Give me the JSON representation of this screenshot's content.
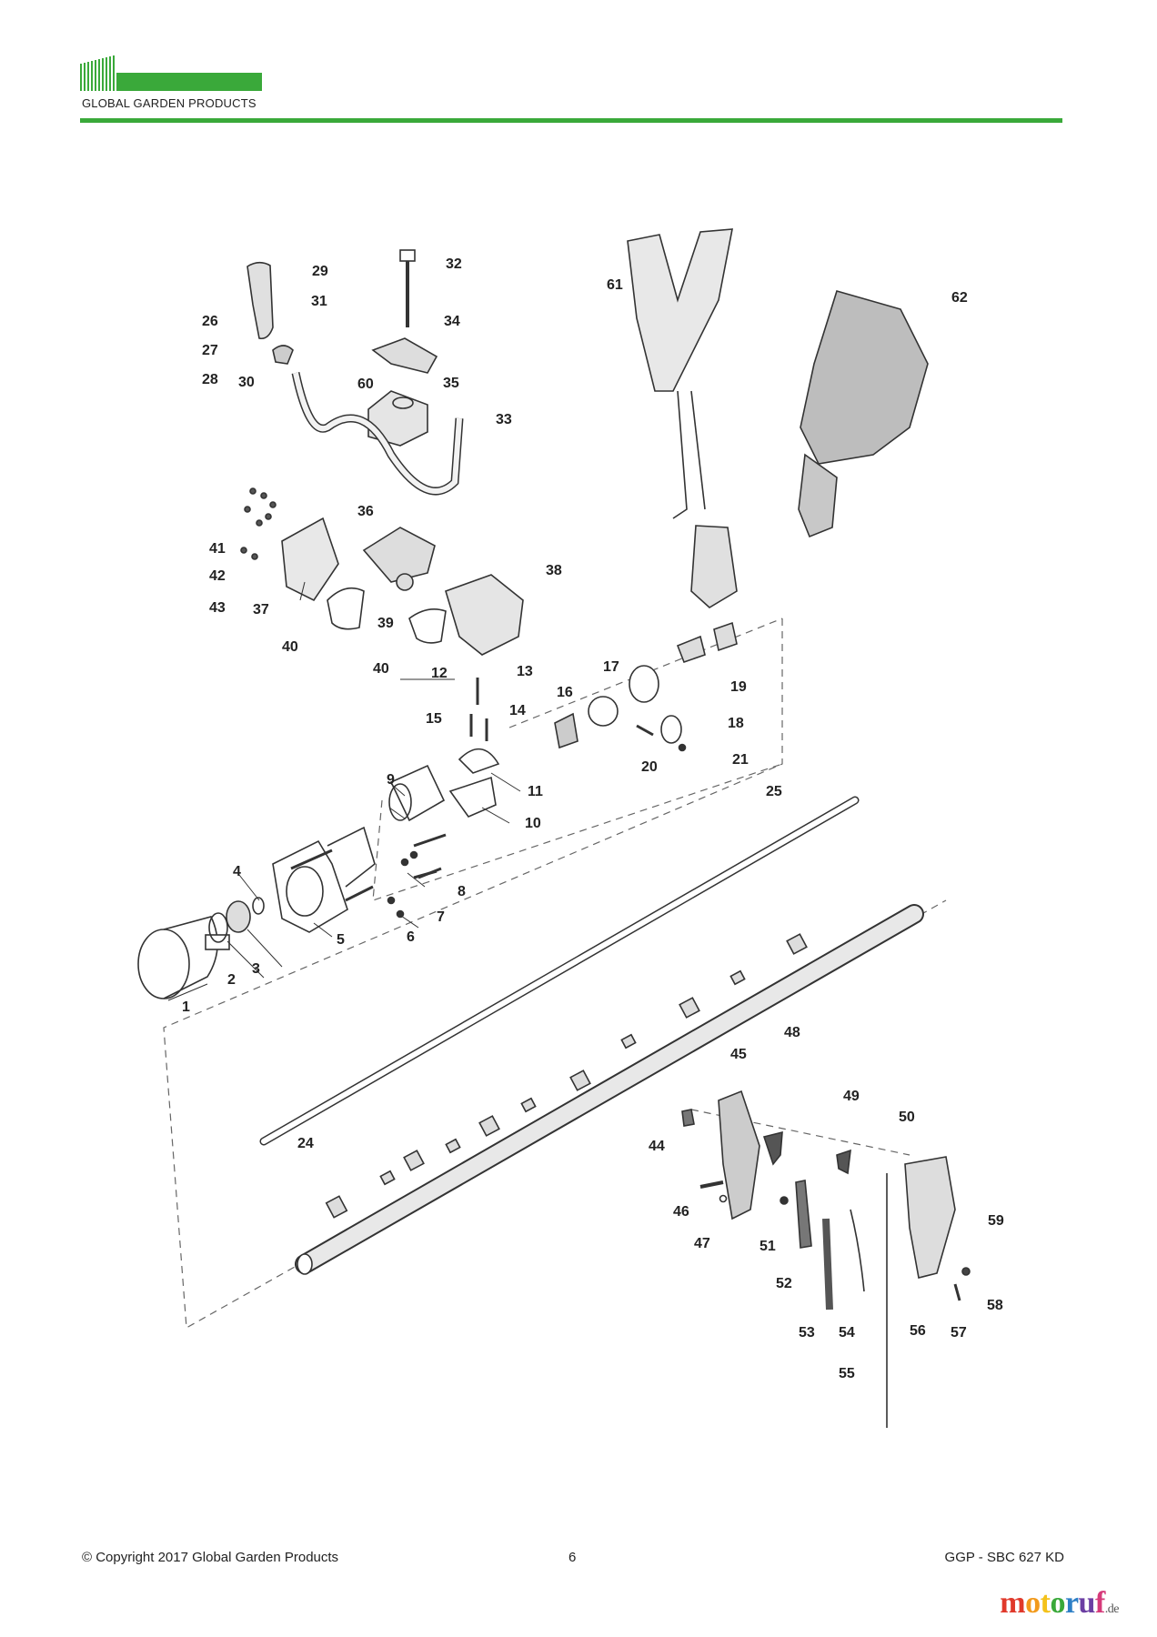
{
  "header": {
    "brand": "GLOBAL GARDEN PRODUCTS",
    "brand_color": "#3aa93a"
  },
  "diagram": {
    "part_labels": [
      "1",
      "2",
      "3",
      "4",
      "5",
      "6",
      "7",
      "8",
      "9",
      "10",
      "11",
      "12",
      "13",
      "14",
      "15",
      "16",
      "17",
      "18",
      "19",
      "20",
      "21",
      "24",
      "25",
      "26",
      "27",
      "28",
      "29",
      "30",
      "31",
      "32",
      "33",
      "34",
      "35",
      "36",
      "37",
      "38",
      "39",
      "40",
      "40",
      "41",
      "42",
      "43",
      "44",
      "45",
      "46",
      "47",
      "48",
      "49",
      "50",
      "51",
      "52",
      "53",
      "54",
      "55",
      "56",
      "57",
      "58",
      "59",
      "60",
      "61",
      "62"
    ]
  },
  "footer": {
    "copyright": "© Copyright 2017 Global Garden Products",
    "page_number": "6",
    "model": "GGP - SBC 627 KD"
  },
  "watermark": {
    "letters": [
      "m",
      "o",
      "t",
      "o",
      "r",
      "u",
      "f"
    ],
    "letter_colors": [
      "#e0392b",
      "#f29a1c",
      "#f4c21b",
      "#3aa93a",
      "#2d7fc6",
      "#6c3fa3",
      "#d63a7a"
    ],
    "domain": ".de"
  }
}
